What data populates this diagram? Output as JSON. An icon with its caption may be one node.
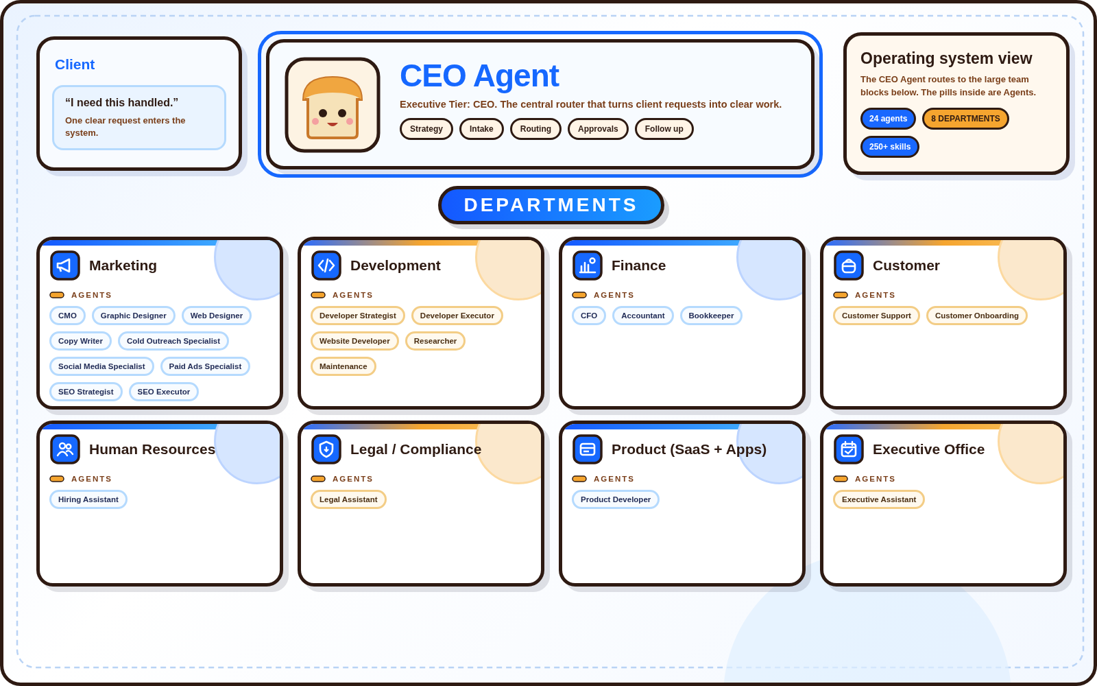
{
  "diagram": {
    "nodes": [
      {
        "text": [
          "Client"
        ]
      },
      {
        "text": [
          "“I need this handled.”",
          "One clear request enters the system."
        ],
        "in": 0
      },
      {
        "text": [
          "CEO Agent",
          "Executive Tier: CEO. The central router that turns client requests into clear work."
        ]
      },
      {
        "text": [
          "Strategy"
        ],
        "in": 2
      },
      {
        "text": [
          "Intake"
        ],
        "in": 2
      },
      {
        "text": [
          "Routing"
        ],
        "in": 2
      },
      {
        "text": [
          "Approvals"
        ],
        "in": 2
      },
      {
        "text": [
          "Follow up"
        ],
        "in": 2
      },
      {
        "text": [
          "Operating system view",
          "The CEO Agent routes to the large team blocks below. The pills inside are Agents."
        ]
      },
      {
        "text": [
          "24 agents"
        ],
        "in": 8
      },
      {
        "text": [
          "8 DEPARTMENTS"
        ],
        "in": 8
      },
      {
        "text": [
          "250+ skills"
        ],
        "in": 8
      },
      {
        "text": [
          "DEPARTMENTS"
        ]
      },
      {
        "text": [
          "Marketing",
          "AGENTS"
        ]
      },
      {
        "text": [
          "CMO"
        ],
        "in": 13
      },
      {
        "text": [
          "Graphic Designer"
        ],
        "in": 13
      },
      {
        "text": [
          "Web Designer"
        ],
        "in": 13
      },
      {
        "text": [
          "Copy Writer"
        ],
        "in": 13
      },
      {
        "text": [
          "Cold Outreach Specialist"
        ],
        "in": 13
      },
      {
        "text": [
          "Social Media Specialist"
        ],
        "in": 13
      },
      {
        "text": [
          "Paid Ads Specialist"
        ],
        "in": 13
      },
      {
        "text": [
          "SEO Strategist"
        ],
        "in": 13
      },
      {
        "text": [
          "SEO Executor"
        ],
        "in": 13
      },
      {
        "text": [
          "Development",
          "AGENTS"
        ]
      },
      {
        "text": [
          "Developer Strategist"
        ],
        "in": 23
      },
      {
        "text": [
          "Developer Executor"
        ],
        "in": 23
      },
      {
        "text": [
          "Website Developer"
        ],
        "in": 23
      },
      {
        "text": [
          "Researcher"
        ],
        "in": 23
      },
      {
        "text": [
          "Maintenance"
        ],
        "in": 23
      },
      {
        "text": [
          "Finance",
          "AGENTS"
        ]
      },
      {
        "text": [
          "CFO"
        ],
        "in": 29
      },
      {
        "text": [
          "Accountant"
        ],
        "in": 29
      },
      {
        "text": [
          "Bookkeeper"
        ],
        "in": 29
      },
      {
        "text": [
          "Customer",
          "AGENTS"
        ]
      },
      {
        "text": [
          "Customer Support"
        ],
        "in": 33
      },
      {
        "text": [
          "Customer Onboarding"
        ],
        "in": 33
      },
      {
        "text": [
          "Human Resources",
          "AGENTS"
        ]
      },
      {
        "text": [
          "Hiring Assistant"
        ],
        "in": 36
      },
      {
        "text": [
          "Legal / Compliance",
          "AGENTS"
        ]
      },
      {
        "text": [
          "Legal Assistant"
        ],
        "in": 38
      },
      {
        "text": [
          "Product (SaaS + Apps)",
          "AGENTS"
        ]
      },
      {
        "text": [
          "Product Developer"
        ],
        "in": 40
      },
      {
        "text": [
          "Executive Office",
          "AGENTS"
        ]
      },
      {
        "text": [
          "Executive Assistant"
        ],
        "in": 42
      }
    ],
    "edges": []
  }
}
